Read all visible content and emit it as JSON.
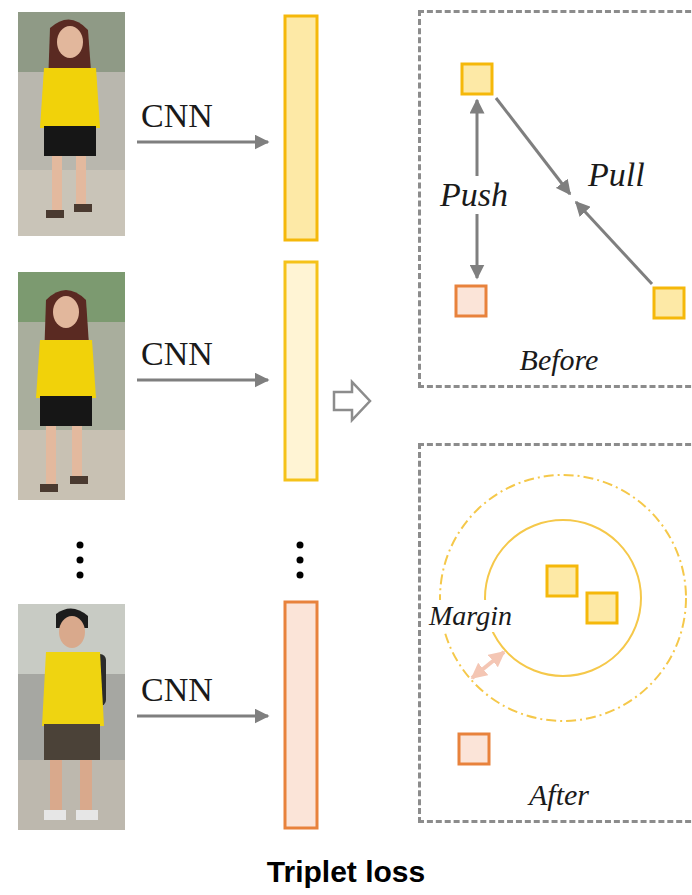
{
  "diagram": {
    "caption": "Triplet loss",
    "nodes": [
      {
        "text": [
          "Before"
        ]
      },
      {
        "text": [
          "After"
        ]
      }
    ],
    "labels": [
      "CNN",
      "CNN",
      "CNN",
      "Push",
      "Pull",
      "Margin"
    ]
  }
}
